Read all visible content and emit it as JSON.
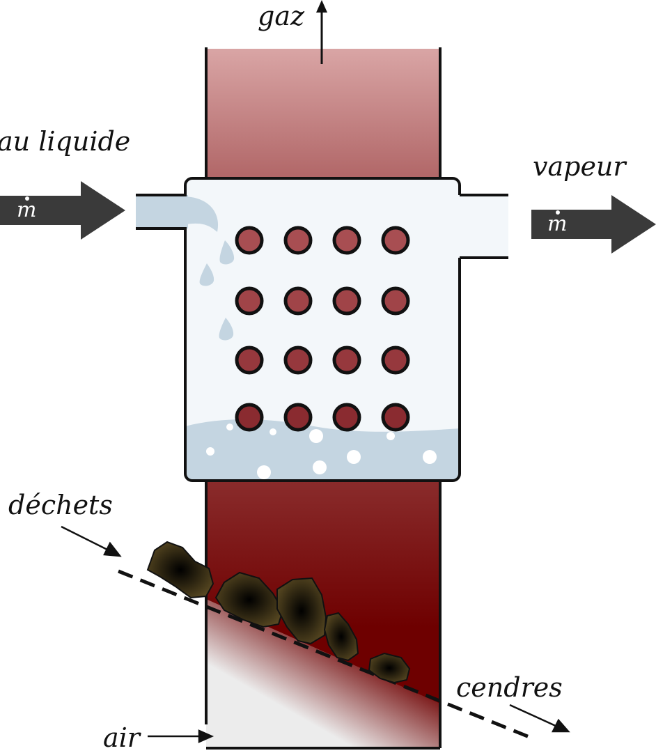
{
  "labels": {
    "gas_out": "gaz",
    "water_in": "au liquide",
    "steam_out": "vapeur",
    "waste_in": "déchets",
    "ash_out": "cendres",
    "air_in": "air"
  },
  "flow_symbols": {
    "inlet": "m",
    "outlet": "m"
  },
  "colors": {
    "outline": "#111111",
    "hot_gas_top": "#d9a5a5",
    "hot_gas_mid": "#b76f70",
    "furnace_dark": "#6e0000",
    "furnace_light": "#ececec",
    "tube_fill": "#a84e52",
    "tube_fill_low": "#8a2b30",
    "water": "#c4d5e1",
    "drum_bg": "#f3f7fa",
    "flow_arrow": "#3a3a3a",
    "waste": "#2b2410"
  },
  "tube_bank": {
    "rows": 4,
    "columns": 4
  }
}
